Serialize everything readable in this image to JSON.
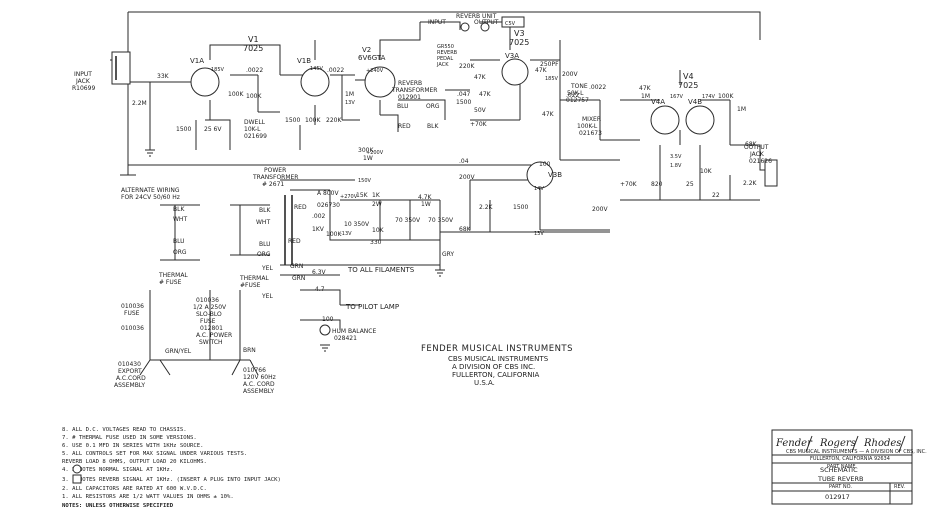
{
  "jacks": {
    "input": [
      "INPUT",
      "JACK",
      "R10699"
    ],
    "output": [
      "OUTPUT",
      "JACK",
      "021626"
    ],
    "reverb_input": "INPUT",
    "reverb_output": "OUTPUT",
    "reverb_unit": "REVERB UNIT",
    "reverb_pedal": [
      "GR550",
      "REVERB",
      "PEDAL",
      "JACK"
    ],
    "volt_box": "C5V"
  },
  "tubes": {
    "v1": [
      "V1",
      "7025"
    ],
    "v1a": "V1A",
    "v1b": "V1B",
    "v2": [
      "V2",
      "6V6GTA"
    ],
    "v3": [
      "V3",
      "7025"
    ],
    "v3a": "V3A",
    "v3b": "V3B",
    "v4": [
      "V4",
      "7025"
    ],
    "v4a": "V4A",
    "v4b": "V4B"
  },
  "components": {
    "r_input_33k": "33K",
    "r_input_2m": "2.2M",
    "r_cathode_1500": "1500",
    "c_cathode_25": "25\n6V",
    "r_100k_a": "100K",
    "c_0022_a": ".0022",
    "r_100k_b": "100K",
    "dwell": [
      "DWELL",
      "10K-L",
      "021699"
    ],
    "r_1500_b": "1500",
    "r_100k_c": "100K",
    "c_0022_b": ".0022",
    "r_220k": "220K",
    "r_1m": "1M",
    "transformer_reverb": [
      "REVERB",
      "TRANSFORMER",
      "012901"
    ],
    "blu": "BLU",
    "org": "ORG",
    "red": "RED",
    "blk": "BLK",
    "r_220k_b": "220K",
    "r_47k_a": "47K",
    "c_047": ".047",
    "r_47k_b": "47K",
    "r_1500_c": "1500",
    "c_50v": "50V",
    "r_470k": "+70K",
    "r_47k_c": "47K",
    "r_47k_d": "47K",
    "c_200v": "200V",
    "c_250pf": "250PF",
    "tone": [
      "TONE",
      "50K-L",
      "012757"
    ],
    "mixer": [
      "MIXER",
      "100K-L",
      "021673"
    ],
    "c_0022_c": ".0022",
    "r_47k_e": "47K",
    "r_1m_b": "1M",
    "r_100k_d": "100K",
    "r_68k": "68K",
    "r_1m_c": "1M",
    "c_25": "25",
    "r_820": "820",
    "r_470k_b": "+70K",
    "r_22k": "22",
    "r_2_2k": "2.2K",
    "r_10k": "10K",
    "c_022": ".022",
    "r_300k": "300K",
    "r_1w": "1W",
    "c_04": ".04",
    "c_200v_b": "200V",
    "r_1500_d": "1500",
    "r_2_2k_b": "2.2K",
    "r_100_a": "100",
    "r_68k_b": "68K",
    "r_47k_f": "4.7K",
    "r_1w_b": "1W",
    "c_200v_c": "200V",
    "r_15k": "15K",
    "c_10_350": "10\n350V",
    "c_70_350": "70\n350V",
    "c_70_350_b": "70\n350V",
    "r_330": "330",
    "r_1k": "1K",
    "r_2w": "2W",
    "r_10k_b": "10K",
    "power_transformer": [
      "POWER",
      "TRANSFORMER",
      "# 2671"
    ],
    "diodes": [
      "A 800V",
      "026730"
    ],
    "c_002": ".002",
    "c_1kv": "1KV",
    "r_100k_e": "100K",
    "altfirite_wiring": [
      "ALTERNATE WIRING",
      "FOR 24CV  50/60 Hz"
    ],
    "blk_w": "BLK",
    "wht": "WHT",
    "blu_w": "BLU",
    "org_w": "ORG",
    "thermal_fuse": [
      "THERMAL",
      "# FUSE"
    ],
    "thermal_fuse_b": [
      "THERMAL",
      "#FUSE"
    ],
    "fuse_a": [
      "010036",
      "FUSE"
    ],
    "fuse_b": [
      "010036",
      "1/2 A 250V",
      "SLO-BLO",
      "FUSE"
    ],
    "switch": [
      "012801",
      "A.C. POWER",
      "SWITCH"
    ],
    "cord_export": [
      "010430",
      "EXPORT",
      "A.C.CORD",
      "ASSEMBLY"
    ],
    "cord": [
      "010766",
      "120V 60Hz",
      "A.C. CORD",
      "ASSEMBLY"
    ],
    "grn_yel": "GRN/YEL",
    "brn": "BRN",
    "yel": "YEL",
    "grn": "GRN",
    "c_6_3v": "6.3V",
    "filaments": "TO ALL FILAMENTS",
    "pilot": "TO PILOT LAMP",
    "hum": [
      "100",
      "HUM BALANCE",
      "028421"
    ],
    "r_47": "4.7",
    "r_100_b": "100",
    "gry": "GRY",
    "v_200": "+200V",
    "v_240": "+240V",
    "v_13": "13V",
    "v_14": "14V",
    "v_13b": "13V",
    "v_185": "185V",
    "v_145": "145V",
    "v_185b": "185V",
    "v_150": "150V",
    "v_270": "+270V",
    "v_13c": "-13V",
    "v_35": "3.5V",
    "v_18": "1.8V",
    "v_167": "167V",
    "v_174": "174V"
  },
  "company": {
    "name": "FENDER MUSICAL INSTRUMENTS",
    "lines": [
      "CBS MUSICAL INSTRUMENTS",
      "A DIVISION OF CBS INC.",
      "FULLERTON, CALIFORNIA",
      "U.S.A."
    ]
  },
  "notes": {
    "items": [
      "8. ALL D.C. VOLTAGES READ TO CHASSIS.",
      "7. # THERMAL FUSE USED IN SOME VERSIONS.",
      "6. USE 0.1 MFD IN SERIES WITH 1KHz SOURCE.",
      "5. ALL CONTROLS SET FOR MAX SIGNAL UNDER VARIOUS TESTS.",
      "    REVERB LOAD 8 OHMS, OUTPUT LOAD 20 KILOHMS.",
      "4.      DENOTES NORMAL SIGNAL AT 1KHz.",
      "3.      DENOTES REVERB SIGNAL AT 1KHz. (INSERT A PLUG INTO INPUT JACK)",
      "2. ALL CAPACITORS ARE RATED AT 600 W.V.D.C.",
      "1. ALL RESISTORS ARE 1/2 WATT VALUES IN OHMS ± 10%."
    ],
    "heading": "NOTES: UNLESS OTHERWISE SPECIFIED"
  },
  "title_block": {
    "brand_fender": "Fender",
    "brand_rogers": "Rogers",
    "brand_rhodes": "Rhodes",
    "fine_print": "CBS MUSICAL INSTRUMENTS — A DIVISION OF CBS, INC.",
    "fine_print_2": "FULLERTON, CALIFORNIA 92634",
    "part_name_label": "PART NAME",
    "title_1": "SCHEMATIC",
    "title_2": "TUBE REVERB",
    "part_no_label": "PART NO.",
    "part_no": "012917",
    "rev_label": "REV."
  }
}
